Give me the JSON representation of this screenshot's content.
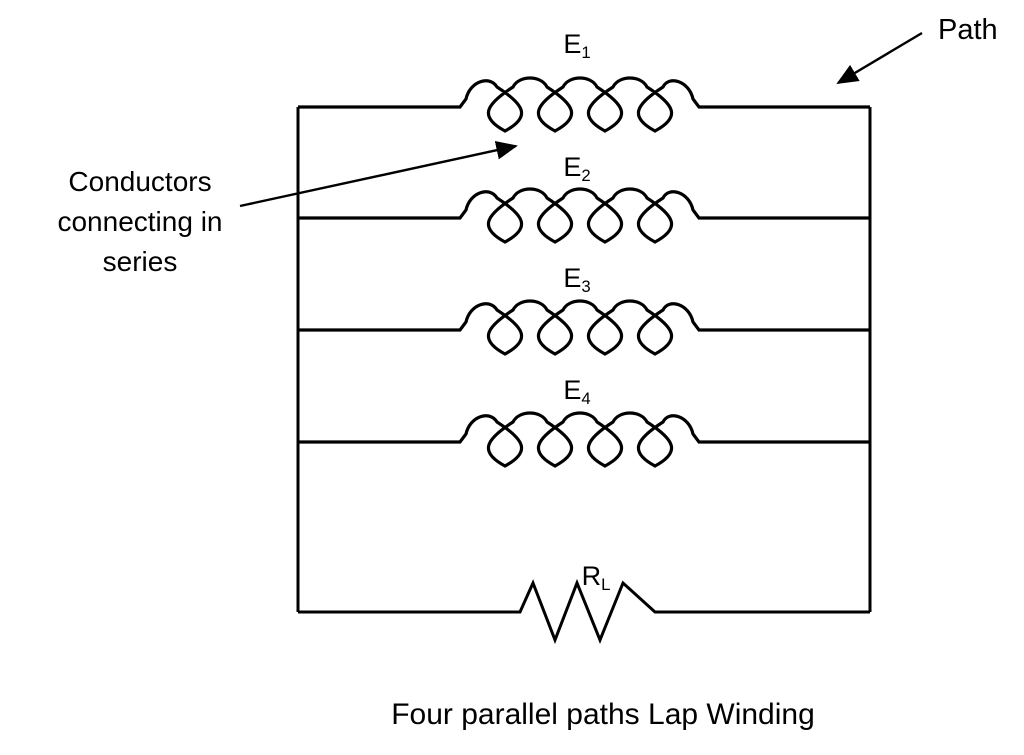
{
  "diagram": {
    "caption": "Four parallel paths Lap Winding",
    "coil_labels": [
      {
        "symbol": "E",
        "subscript": "1"
      },
      {
        "symbol": "E",
        "subscript": "2"
      },
      {
        "symbol": "E",
        "subscript": "3"
      },
      {
        "symbol": "E",
        "subscript": "4"
      }
    ],
    "load_label": {
      "symbol": "R",
      "subscript": "L"
    },
    "annotations": {
      "path": "Path",
      "conductors_lines": [
        "Conductors",
        "connecting in",
        "series"
      ]
    },
    "colors": {
      "line": "#000000",
      "background": "#ffffff",
      "text": "#000000"
    }
  }
}
